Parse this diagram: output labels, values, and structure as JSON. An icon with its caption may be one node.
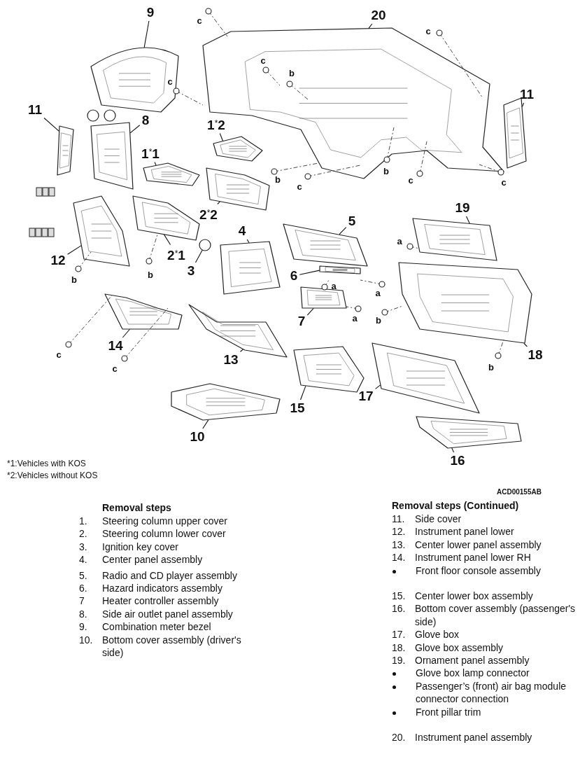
{
  "diagram": {
    "nodes": [
      {
        "text": [
          "9"
        ]
      },
      {
        "text": [
          "20"
        ]
      },
      {
        "text": [
          "11"
        ]
      },
      {
        "text": [
          "11"
        ]
      },
      {
        "text": [
          "8"
        ]
      },
      {
        "text": [
          "1$^{*}$2"
        ]
      },
      {
        "text": [
          "1$^{*}$1"
        ]
      },
      {
        "text": [
          "19"
        ]
      },
      {
        "text": [
          "2$^{*}$2"
        ]
      },
      {
        "text": [
          "5"
        ]
      },
      {
        "text": [
          "4"
        ]
      },
      {
        "text": [
          "2$^{*}$1"
        ]
      },
      {
        "text": [
          "12"
        ]
      },
      {
        "text": [
          "3"
        ]
      },
      {
        "text": [
          "6"
        ]
      },
      {
        "text": [
          "7"
        ]
      },
      {
        "text": [
          "14"
        ]
      },
      {
        "text": [
          "18"
        ]
      },
      {
        "text": [
          "13"
        ]
      },
      {
        "text": [
          "17"
        ]
      },
      {
        "text": [
          "15"
        ]
      },
      {
        "text": [
          "10"
        ]
      },
      {
        "text": [
          "16"
        ]
      },
      {
        "text": [],
        "shape": "picture"
      },
      {
        "text": [],
        "shape": "picture"
      },
      {
        "text": [],
        "shape": "picture"
      },
      {
        "text": [],
        "shape": "picture"
      },
      {
        "text": [],
        "shape": "picture"
      },
      {
        "text": [],
        "shape": "picture"
      },
      {
        "text": [],
        "shape": "picture"
      },
      {
        "text": [],
        "shape": "picture"
      },
      {
        "text": [],
        "shape": "picture"
      },
      {
        "text": [],
        "shape": "picture"
      },
      {
        "text": [],
        "shape": "picture"
      },
      {
        "text": [],
        "shape": "picture"
      },
      {
        "text": [],
        "shape": "circle"
      },
      {
        "text": [],
        "shape": "picture"
      },
      {
        "text": [],
        "shape": "picture"
      },
      {
        "text": [],
        "shape": "picture"
      },
      {
        "text": [],
        "shape": "picture"
      },
      {
        "text": [],
        "shape": "picture"
      },
      {
        "text": [],
        "shape": "picture"
      },
      {
        "text": [],
        "shape": "picture"
      },
      {
        "text": [],
        "shape": "picture"
      },
      {
        "text": [],
        "shape": "picture"
      },
      {
        "text": [],
        "shape": "picture"
      }
    ],
    "edges": [
      {
        "from": 0,
        "to": 24,
        "arrow": "none"
      },
      {
        "from": 1,
        "to": 23,
        "arrow": "none"
      },
      {
        "from": 2,
        "to": 25,
        "arrow": "none"
      },
      {
        "from": 3,
        "to": 26,
        "arrow": "none"
      },
      {
        "from": 4,
        "to": 27,
        "arrow": "none"
      },
      {
        "from": 5,
        "to": 28,
        "arrow": "none"
      },
      {
        "from": 6,
        "to": 29,
        "arrow": "none"
      },
      {
        "from": 7,
        "to": 33,
        "arrow": "none"
      },
      {
        "from": 8,
        "to": 30,
        "arrow": "none"
      },
      {
        "from": 9,
        "to": 34,
        "arrow": "none"
      },
      {
        "from": 10,
        "to": 36,
        "arrow": "none"
      },
      {
        "from": 11,
        "to": 31,
        "arrow": "none"
      },
      {
        "from": 12,
        "to": 32,
        "arrow": "none"
      },
      {
        "from": 13,
        "to": 35,
        "arrow": "none"
      },
      {
        "from": 14,
        "to": 37,
        "arrow": "none"
      },
      {
        "from": 15,
        "to": 38,
        "arrow": "none"
      },
      {
        "from": 16,
        "to": 40,
        "arrow": "none"
      },
      {
        "from": 17,
        "to": 39,
        "arrow": "none"
      },
      {
        "from": 18,
        "to": 41,
        "arrow": "none"
      },
      {
        "from": 19,
        "to": 42,
        "arrow": "none"
      },
      {
        "from": 20,
        "to": 43,
        "arrow": "none"
      },
      {
        "from": 21,
        "to": 44,
        "arrow": "none"
      },
      {
        "from": 22,
        "to": 45,
        "arrow": "none"
      }
    ],
    "labels": [
      "c",
      "c",
      "c",
      "c",
      "b",
      "b",
      "c",
      "b",
      "c",
      "c",
      "a",
      "b",
      "b",
      "a",
      "a",
      "a",
      "b",
      "c",
      "c",
      "b",
      "*1:Vehicles with KOS",
      "*2:Vehicles without KOS",
      "ACD00155AB",
      "Removal steps",
      "1.",
      "Steering column upper cover",
      "2.",
      "Steering column lower cover",
      "3.",
      "Ignition key cover",
      "4.",
      "Center panel assembly",
      "5.",
      "Radio and CD player assembly",
      "6.",
      "Hazard indicators assembly",
      "7",
      "Heater controller assembly",
      "8.",
      "Side air outlet panel assembly",
      "9.",
      "Combination meter bezel",
      "10.",
      "Bottom cover assembly (driver's side)",
      "Removal steps (Continued)",
      "11.",
      "Side cover",
      "12.",
      "Instrument panel lower",
      "13.",
      "Center lower panel assembly",
      "14.",
      "Instrument panel lower RH",
      "Front floor console assembly",
      "15.",
      "Center lower box assembly",
      "16.",
      "Bottom cover assembly (passenger's side)",
      "17.",
      "Glove box",
      "18.",
      "Glove box assembly",
      "19.",
      "Ornament panel assembly",
      "Glove box lamp connector",
      "Passenger’s (front) air bag module connector connection",
      "Front pillar trim",
      "20.",
      "Instrument panel assembly"
    ]
  }
}
